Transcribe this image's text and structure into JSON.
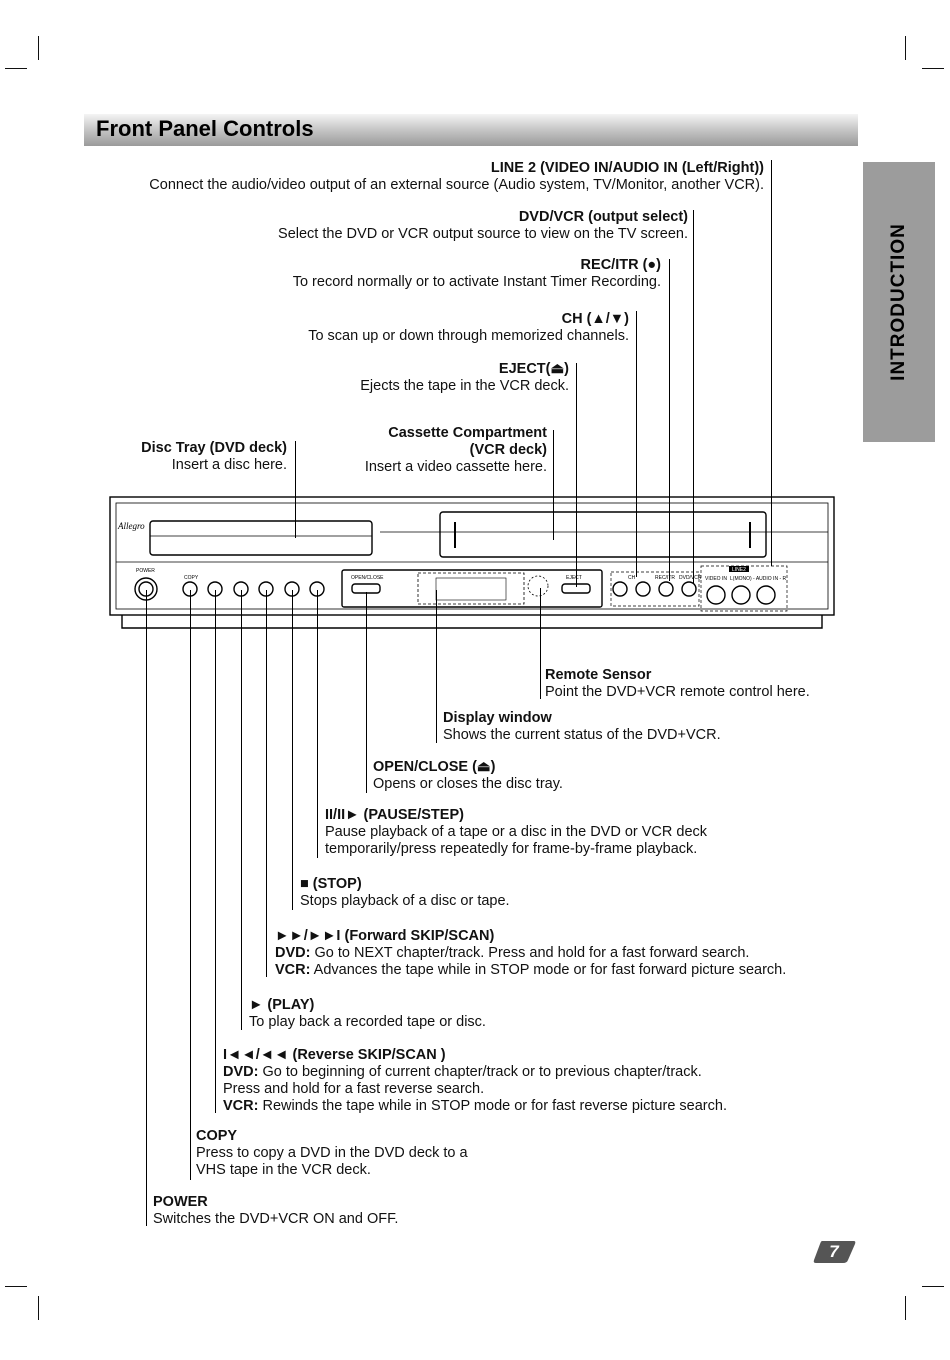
{
  "header": {
    "title": "Front Panel Controls"
  },
  "side_tab": {
    "label": "INTRODUCTION"
  },
  "device": {
    "brand": "Allegro",
    "panel_labels": {
      "power": "POWER",
      "copy": "COPY",
      "open_close": "OPEN/CLOSE",
      "eject": "EJECT",
      "ch": "CH",
      "rec_itr": "REC/ITR",
      "dvd_vcr": "DVD/VCR",
      "line2": "LINE2",
      "video_in": "VIDEO IN",
      "audio_in": "L(MONO) - AUDIO IN - R"
    }
  },
  "callouts_top": [
    {
      "title": "LINE 2 (VIDEO IN/AUDIO IN (Left/Right))",
      "desc": "Connect the audio/video output of an external source (Audio system, TV/Monitor, another VCR)."
    },
    {
      "title": "DVD/VCR (output select)",
      "desc": "Select the DVD or VCR output source to view on the TV screen."
    },
    {
      "title": "REC/ITR (●)",
      "desc": "To record normally or to activate Instant Timer Recording."
    },
    {
      "title": "CH (▲/▼)",
      "desc": "To scan up or down through memorized channels."
    },
    {
      "title": "EJECT(⏏)",
      "desc": "Ejects the tape in the VCR deck."
    },
    {
      "title": "Cassette Compartment",
      "title2": "(VCR deck)",
      "desc": "Insert a video cassette here."
    },
    {
      "title": "Disc Tray (DVD deck)",
      "desc": "Insert a disc here."
    }
  ],
  "callouts_bottom": [
    {
      "title": "Remote Sensor",
      "desc": "Point the DVD+VCR remote control here."
    },
    {
      "title": "Display window",
      "desc": "Shows the current status of the DVD+VCR."
    },
    {
      "title": "OPEN/CLOSE (⏏)",
      "desc": "Opens or closes the disc tray."
    },
    {
      "title": "II/II► (PAUSE/STEP)",
      "desc": "Pause playback of a tape or a disc in the DVD or VCR deck",
      "desc2": "temporarily/press repeatedly for frame-by-frame playback."
    },
    {
      "title": "■ (STOP)",
      "desc": "Stops playback of a disc or tape."
    },
    {
      "title": "►►/►►I (Forward SKIP/SCAN)",
      "dvd_label": "DVD:",
      "dvd": " Go to NEXT chapter/track. Press and hold for a fast forward search.",
      "vcr_label": "VCR:",
      "vcr": " Advances the tape while in STOP mode or for fast forward picture search."
    },
    {
      "title": "► (PLAY)",
      "desc": "To play back a recorded tape or disc."
    },
    {
      "title": "I◄◄/◄◄ (Reverse SKIP/SCAN )",
      "dvd_label": "DVD:",
      "dvd": " Go to beginning of current chapter/track or to previous chapter/track.",
      "dvd2": "Press and hold for a fast reverse search.",
      "vcr_label": "VCR:",
      "vcr": " Rewinds the tape while in STOP mode or for fast reverse picture search."
    },
    {
      "title": "COPY",
      "desc": "Press to copy a DVD in the DVD deck to a",
      "desc2": "VHS tape in the VCR deck."
    },
    {
      "title": "POWER",
      "desc": "Switches the DVD+VCR ON and OFF."
    }
  ],
  "page_number": "7"
}
